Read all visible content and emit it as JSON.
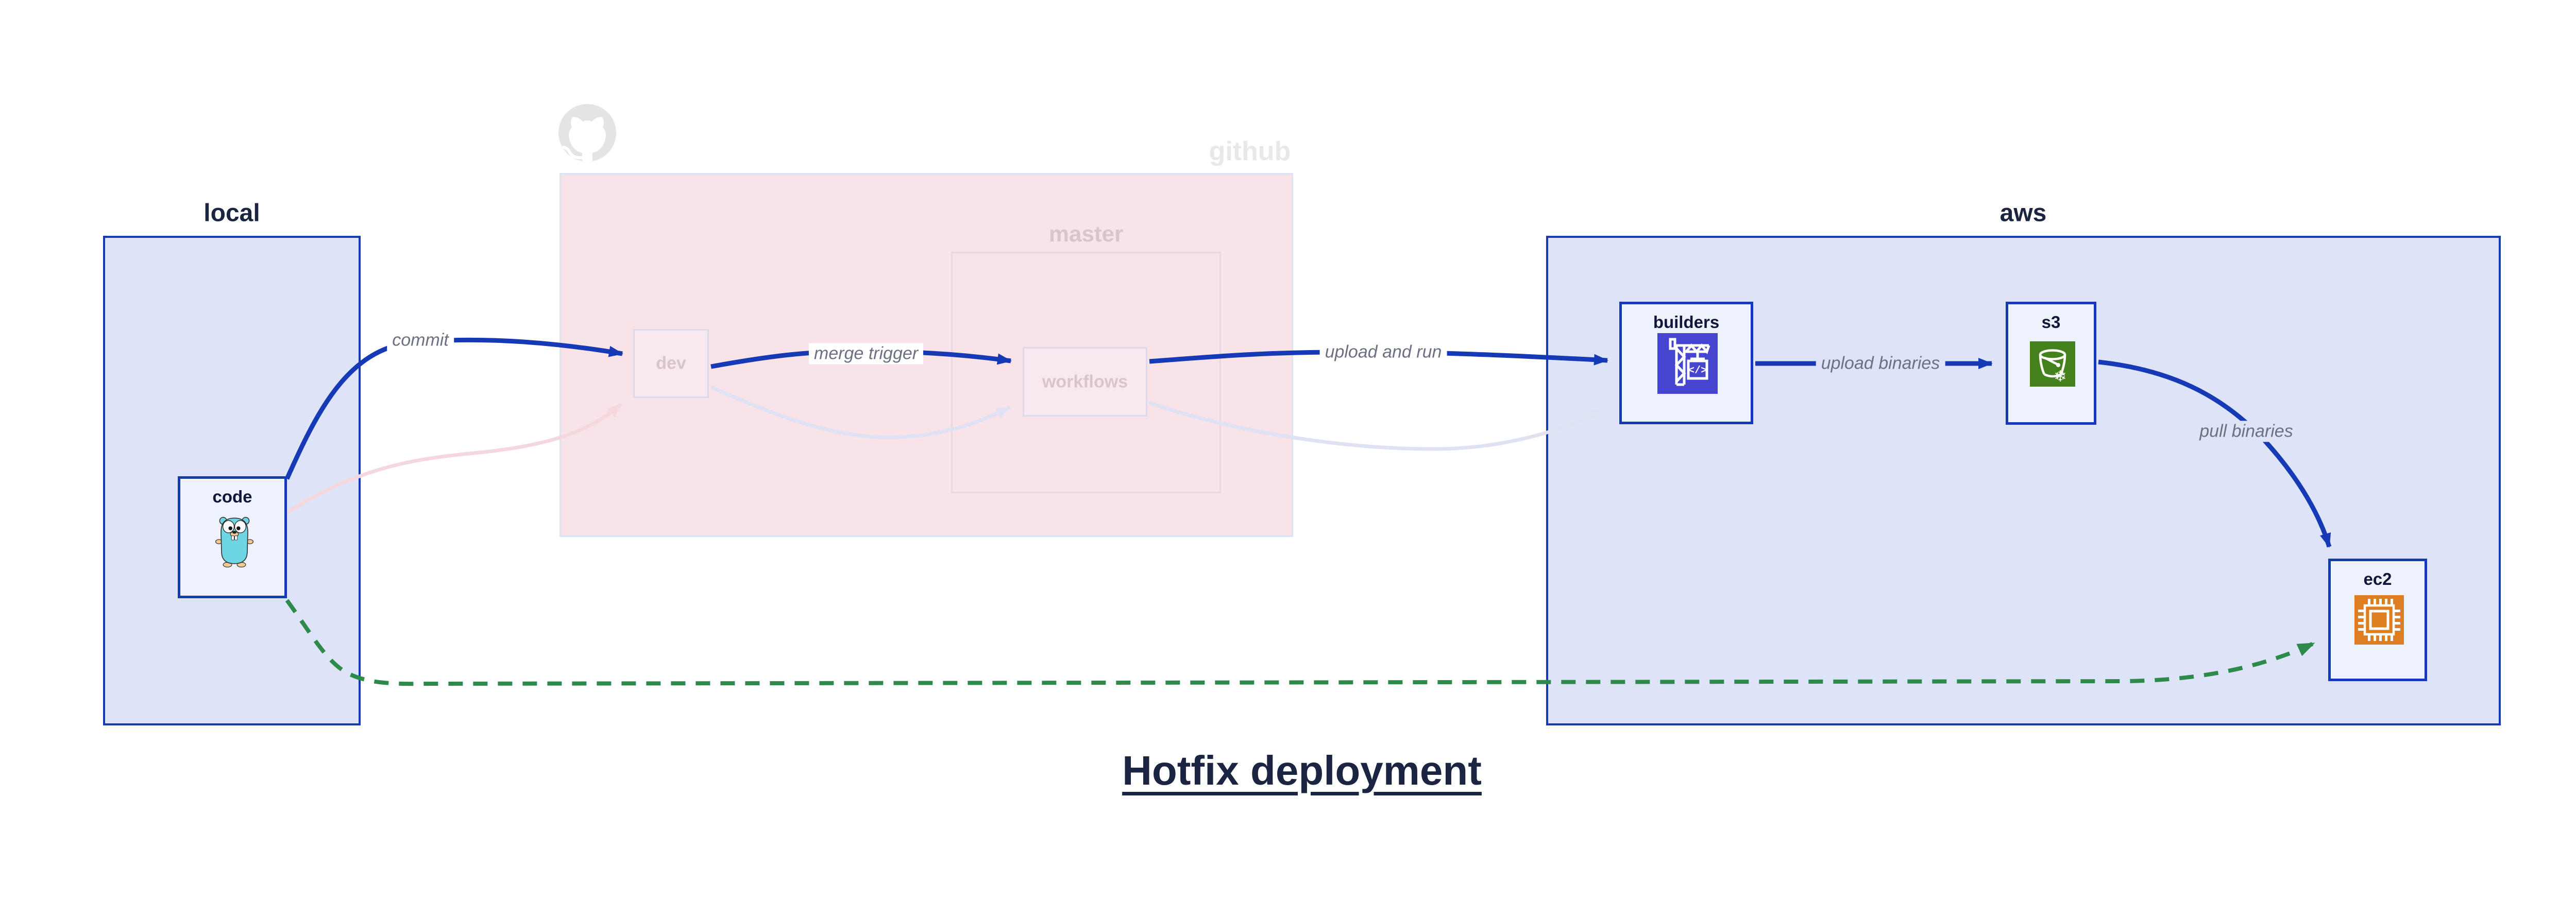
{
  "diagram": {
    "title": "Hotfix deployment"
  },
  "containers": {
    "local": {
      "label": "local"
    },
    "github": {
      "label": "github"
    },
    "master": {
      "label": "master"
    },
    "aws": {
      "label": "aws"
    }
  },
  "nodes": {
    "code": {
      "label": "code",
      "icon": "go-gopher-icon"
    },
    "dev": {
      "label": "dev"
    },
    "workflows": {
      "label": "workflows"
    },
    "builders": {
      "label": "builders",
      "icon": "codebuild-crane-icon"
    },
    "s3": {
      "label": "s3",
      "icon": "s3-glacier-bucket-icon"
    },
    "ec2": {
      "label": "ec2",
      "icon": "ec2-chip-icon"
    }
  },
  "edges": {
    "commit": {
      "label": "commit"
    },
    "merge_trigger": {
      "label": "merge trigger"
    },
    "upload_and_run": {
      "label": "upload and run"
    },
    "upload_binaries": {
      "label": "upload binaries"
    },
    "pull_binaries": {
      "label": "pull binaries"
    },
    "hotfix_path": {
      "label": ""
    }
  },
  "icons": {
    "github_octocat": "github-octocat-icon",
    "codebuild_code_glyph": "</>",
    "s3_snowflake_glyph": "❄"
  },
  "colors": {
    "arrow_blue": "#1639b5",
    "hotfix_green": "#2d8a4a",
    "container_blue_fill": "#dee4f8",
    "container_blue_border": "#1639b5",
    "github_pink_fill": "#f8e3e9",
    "faded_pink": "#f5d7de",
    "faded_lavender": "#dfe2f3",
    "node_fill": "#eef2fc",
    "codebuild_indigo": "#4545cf",
    "s3_green": "#45821e",
    "ec2_orange": "#dd7e22",
    "edge_label_gray": "#6b7183",
    "title_navy": "#1b2440",
    "faded_label_pink": "#d9c4ce",
    "github_label_gray": "#e7e8ea"
  }
}
